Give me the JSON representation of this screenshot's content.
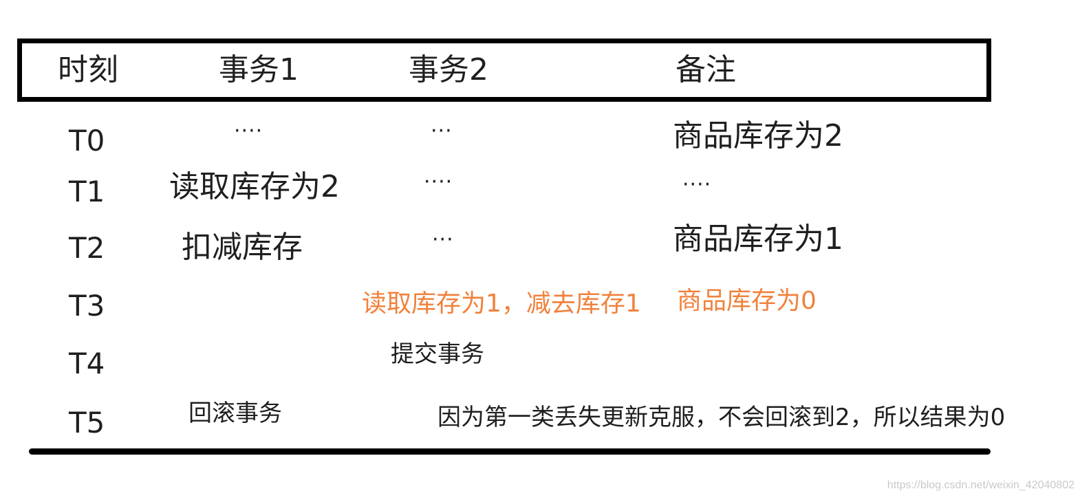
{
  "headers": {
    "time": "时刻",
    "tx1": "事务1",
    "tx2": "事务2",
    "note": "备注"
  },
  "rows": [
    {
      "time": "T0",
      "tx1": "····",
      "tx2": "···",
      "note": "商品库存为2"
    },
    {
      "time": "T1",
      "tx1": "读取库存为2",
      "tx2": "····",
      "note": "····"
    },
    {
      "time": "T2",
      "tx1": "扣减库存",
      "tx2": "···",
      "note": "商品库存为1"
    },
    {
      "time": "T3",
      "tx1": "",
      "tx2": "读取库存为1，减去库存1",
      "note": "商品库存为0"
    },
    {
      "time": "T4",
      "tx1": "",
      "tx2": "提交事务",
      "note": ""
    },
    {
      "time": "T5",
      "tx1": "回滚事务",
      "tx2": "",
      "note": "因为第一类丢失更新克服，不会回滚到2，所以结果为0"
    }
  ],
  "highlight_color": "#f0823c",
  "watermark": "https://blog.csdn.net/weixin_42040802"
}
